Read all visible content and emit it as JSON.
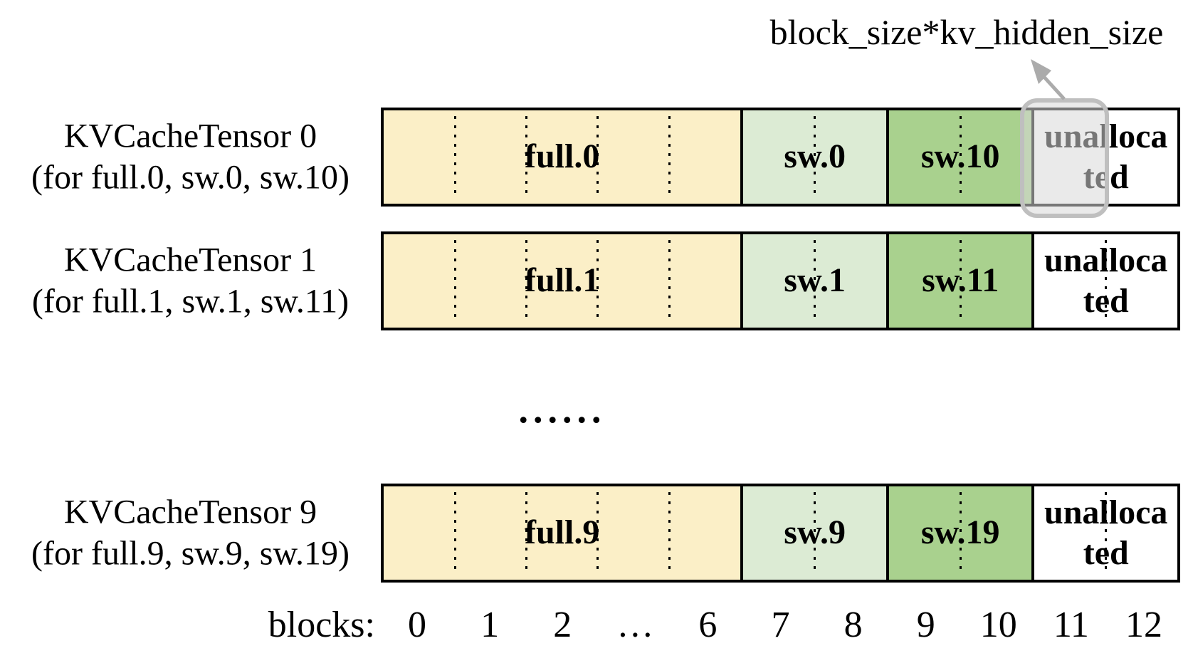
{
  "annotation": {
    "label": "block_size*kv_hidden_size"
  },
  "rows": [
    {
      "name": "KVCacheTensor 0",
      "scope": "(for full.0, sw.0, sw.10)",
      "highlighted": true,
      "segments": [
        {
          "label": "full.0",
          "kind": "full",
          "blocks": 5
        },
        {
          "label": "sw.0",
          "kind": "sw_light",
          "blocks": 2
        },
        {
          "label": "sw.10",
          "kind": "sw_dark",
          "blocks": 2
        },
        {
          "label": "unallocated",
          "kind": "unallocated",
          "blocks": 2
        }
      ]
    },
    {
      "name": "KVCacheTensor 1",
      "scope": "(for full.1, sw.1, sw.11)",
      "highlighted": false,
      "segments": [
        {
          "label": "full.1",
          "kind": "full",
          "blocks": 5
        },
        {
          "label": "sw.1",
          "kind": "sw_light",
          "blocks": 2
        },
        {
          "label": "sw.11",
          "kind": "sw_dark",
          "blocks": 2
        },
        {
          "label": "unallocated",
          "kind": "unallocated",
          "blocks": 2
        }
      ]
    },
    {
      "name": "KVCacheTensor 9",
      "scope": "(for full.9, sw.9, sw.19)",
      "highlighted": false,
      "segments": [
        {
          "label": "full.9",
          "kind": "full",
          "blocks": 5
        },
        {
          "label": "sw.9",
          "kind": "sw_light",
          "blocks": 2
        },
        {
          "label": "sw.19",
          "kind": "sw_dark",
          "blocks": 2
        },
        {
          "label": "unallocated",
          "kind": "unallocated",
          "blocks": 2
        }
      ]
    }
  ],
  "separator": "......",
  "axis": {
    "label": "blocks:",
    "ticks": [
      "0",
      "1",
      "2",
      "…",
      "6",
      "7",
      "8",
      "9",
      "10",
      "11",
      "12"
    ]
  },
  "colors": {
    "full": "#FBEFC7",
    "sw_light": "#DCEBD4",
    "sw_dark": "#A9D18E",
    "unallocated": "#FFFFFF",
    "outline": "#000000",
    "highlight_border": "#BFBFBF",
    "highlight_fill": "rgba(217,217,217,0.55)",
    "arrow": "#ABABAB",
    "text": "#000000"
  }
}
